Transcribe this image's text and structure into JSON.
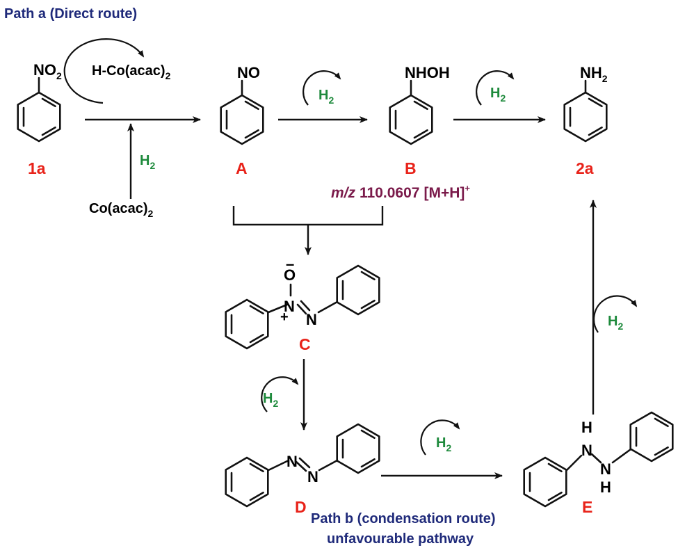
{
  "colors": {
    "compound_label": "#e8231a",
    "path_title": "#1f2a7a",
    "h2": "#1e8a3c",
    "mass": "#7a1a4a",
    "ink": "#111111"
  },
  "path_a": {
    "title": "Path a (Direct route)"
  },
  "path_b": {
    "title": "Path b (condensation route)",
    "subtitle": "unfavourable pathway"
  },
  "compounds": {
    "c1a": {
      "label": "1a",
      "group": "NO",
      "group_sub": "2"
    },
    "A": {
      "label": "A",
      "group": "NO"
    },
    "B": {
      "label": "B",
      "group": "NHOH"
    },
    "c2a": {
      "label": "2a",
      "group": "NH",
      "group_sub": "2"
    },
    "C": {
      "label": "C",
      "o_minus": "–",
      "o": "O",
      "n1": "N",
      "plus": "+",
      "n2": "N"
    },
    "D": {
      "label": "D",
      "n1": "N",
      "n2": "N"
    },
    "E": {
      "label": "E",
      "h1": "H",
      "n1": "N",
      "n2": "N",
      "h2": "H"
    }
  },
  "catalyst": {
    "hydride": "H-Co(acac)",
    "hydride_sub": "2",
    "precursor": "Co(acac)",
    "precursor_sub": "2"
  },
  "h2": {
    "text": "H",
    "sub": "2"
  },
  "mass": {
    "mz": "m/z",
    "value": "110.0607",
    "ion": "[M+H]",
    "charge": "+"
  }
}
